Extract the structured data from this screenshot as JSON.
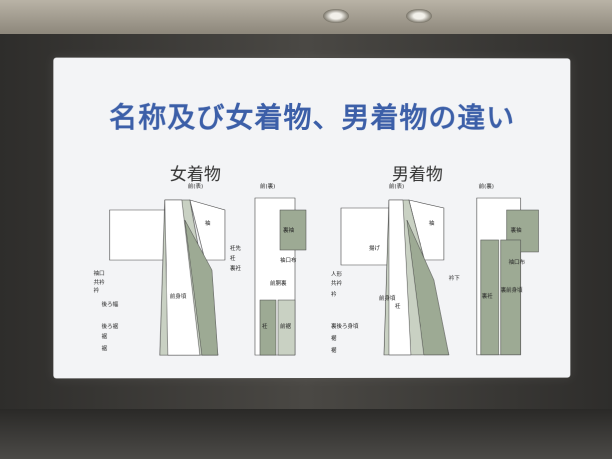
{
  "slide": {
    "title": "名称及び女着物、男着物の違い",
    "womens_heading": "女着物",
    "mens_heading": "男着物"
  },
  "womens_front_labels": {
    "view": "前(表)",
    "sleeve": "袖",
    "cuff_edge": "袖口",
    "collar_cover": "共衿",
    "collar": "衿",
    "back_width": "後ろ幅",
    "front_body": "前身頃",
    "back_hem": "後ろ裾",
    "hem": "裾",
    "hem_padding": "裾",
    "front_edge": "衽",
    "okumi_tip": "衽先",
    "lining_okumi": "裏衽"
  },
  "womens_back_labels": {
    "view": "前(裏)",
    "lining_sleeve": "裏袖",
    "cuff_lining": "袖口布",
    "front_lining": "前胴裏",
    "okumi": "衽",
    "hem_lining": "前裾"
  },
  "mens_front_labels": {
    "view": "前(表)",
    "sleeve": "袖",
    "tuck": "揚げ",
    "side": "人形",
    "collar_cover": "共衿",
    "collar": "衿",
    "front_body": "前身頃",
    "okumi": "衽",
    "side_under": "衿下",
    "back_lining": "裏後ろ身頃",
    "hem": "裾",
    "hem_edge": "裾"
  },
  "mens_back_labels": {
    "view": "前(裏)",
    "lining_sleeve": "裏袖",
    "cuff_lining": "袖口布",
    "okumi": "裏衽",
    "front_lining": "裏前身頃"
  },
  "colors": {
    "title": "#3c5fa8",
    "fabric_light": "#ffffff",
    "fabric_shade": "#c9d1c3",
    "lining_green": "#9daa94"
  }
}
